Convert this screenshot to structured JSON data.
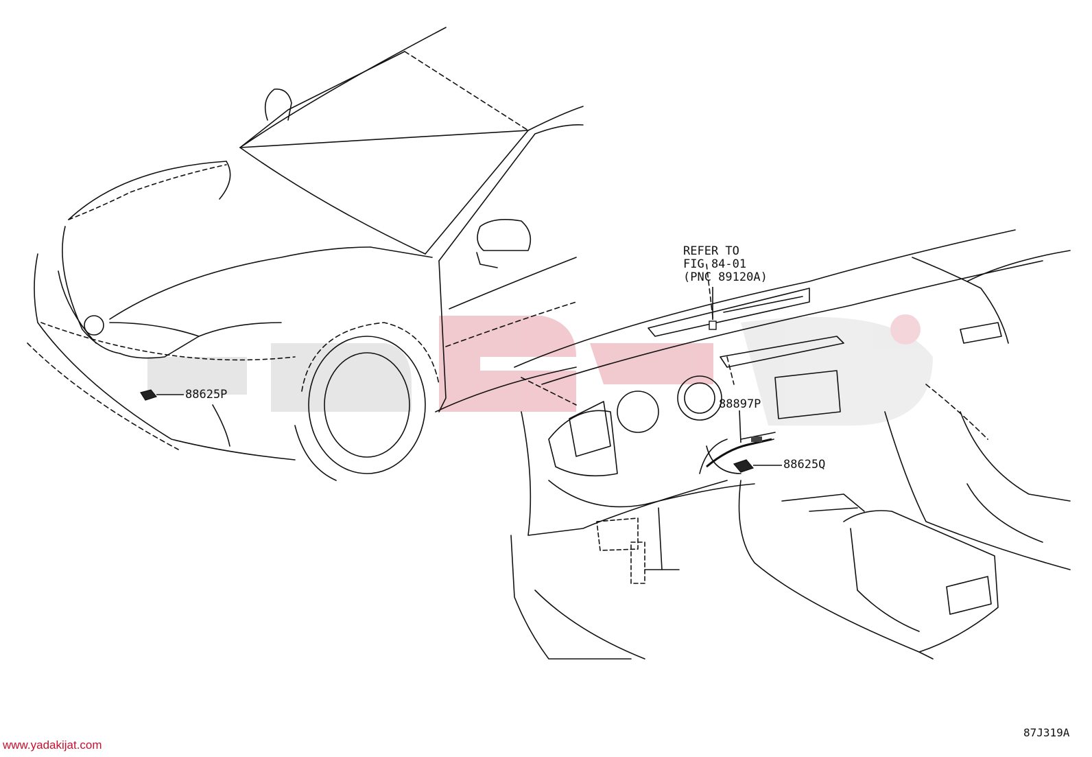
{
  "callouts": {
    "p1": "88625P",
    "p2": "88897P",
    "p3": "88625Q"
  },
  "note": {
    "line1": "REFER TO",
    "line2": "FIG 84-01",
    "line3": "(PNC 89120A)"
  },
  "figure_code": "87J319A",
  "watermark_site": "www.yadakijat.com",
  "colors": {
    "line": "#111111",
    "watermark_red": "#e8a7b0",
    "watermark_grey": "#d9d9d9",
    "site_text": "#c8102e"
  }
}
